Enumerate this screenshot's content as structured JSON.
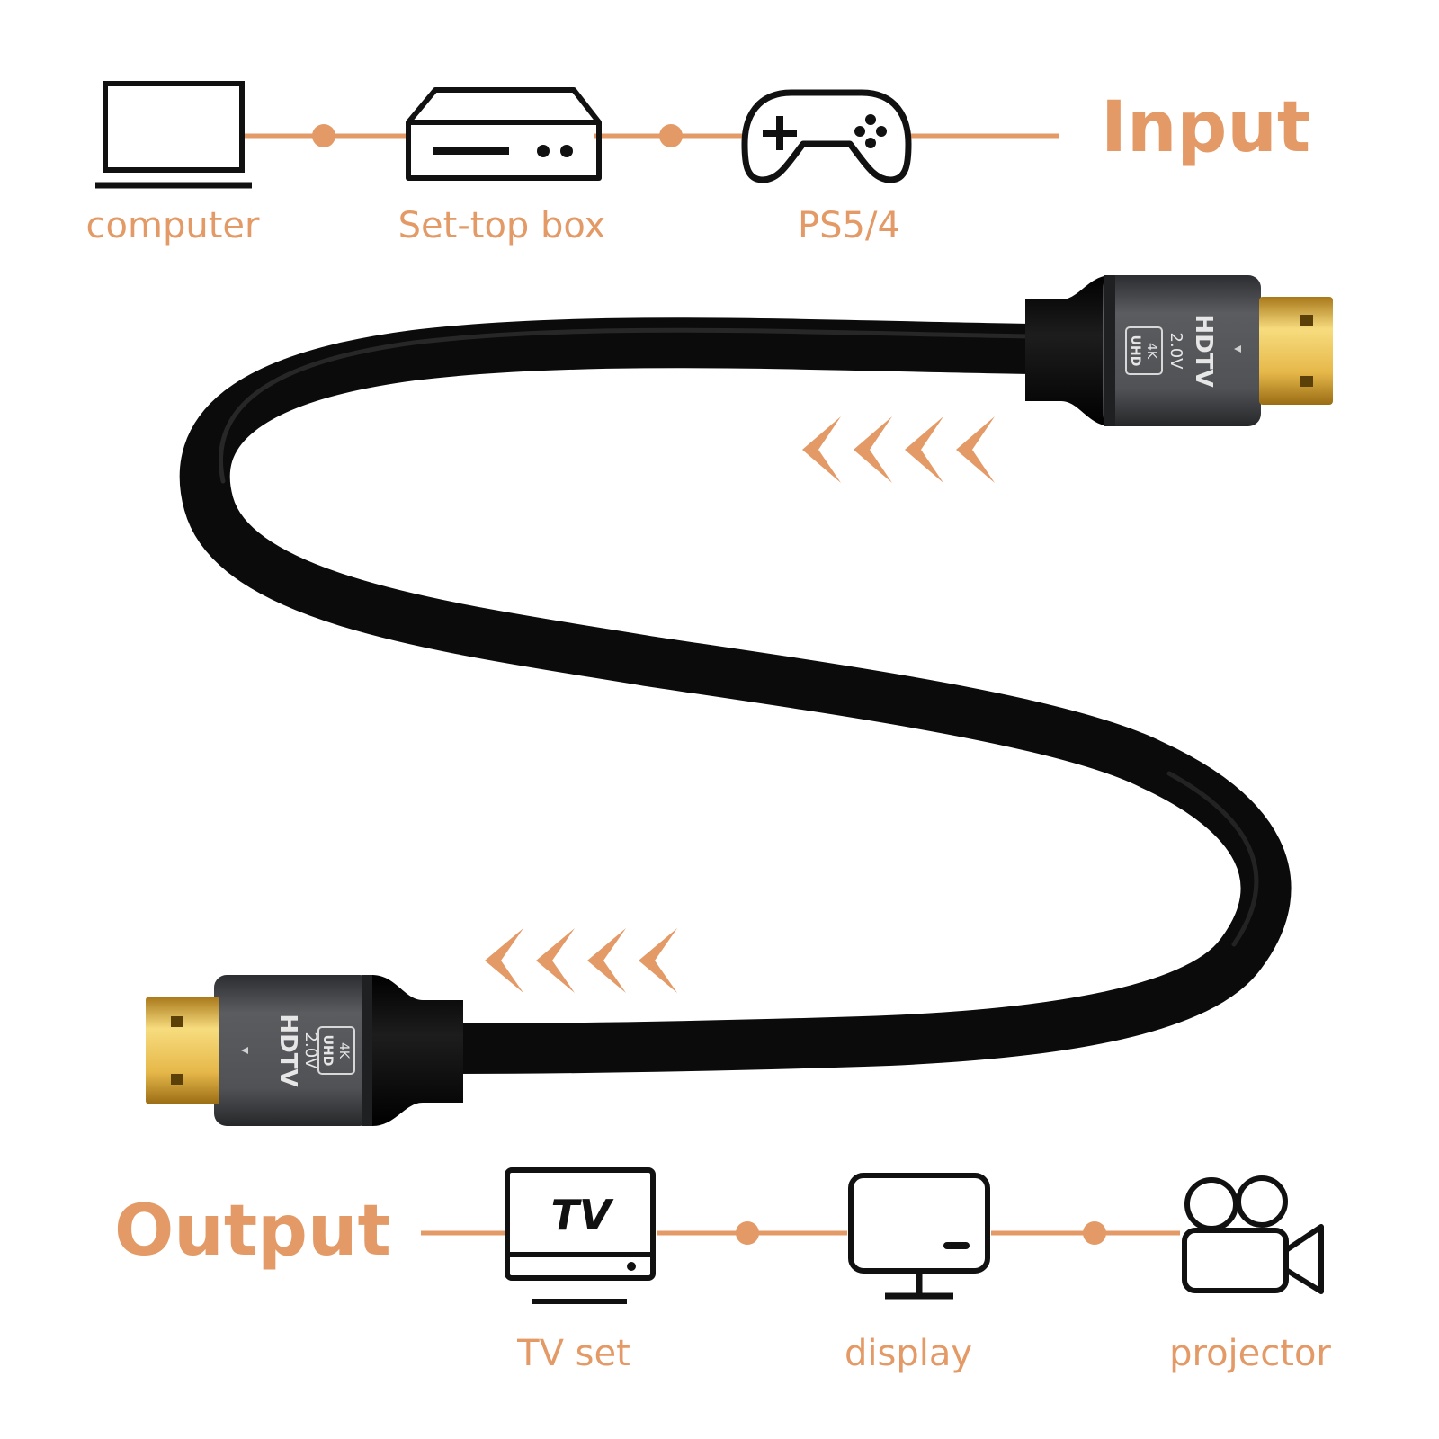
{
  "input": {
    "title": "Input",
    "devices": [
      {
        "label": "computer",
        "icon": "laptop-icon"
      },
      {
        "label": "Set-top box",
        "icon": "set-top-box-icon"
      },
      {
        "label": "PS5/4",
        "icon": "gamepad-icon"
      }
    ]
  },
  "output": {
    "title": "Output",
    "devices": [
      {
        "label": "TV set",
        "icon": "tv-icon",
        "screen_text": "TV"
      },
      {
        "label": "display",
        "icon": "monitor-icon"
      },
      {
        "label": "projector",
        "icon": "video-camera-icon"
      }
    ]
  },
  "connector": {
    "brand": "HDTV",
    "version": "2.0V",
    "badge_top": "4K",
    "badge_bottom": "UHD"
  },
  "colors": {
    "accent": "#E39A66",
    "icon_stroke": "#111111",
    "cable": "#0a0a0a",
    "shell": "#4a4c50",
    "gold": "#e6b84a"
  }
}
